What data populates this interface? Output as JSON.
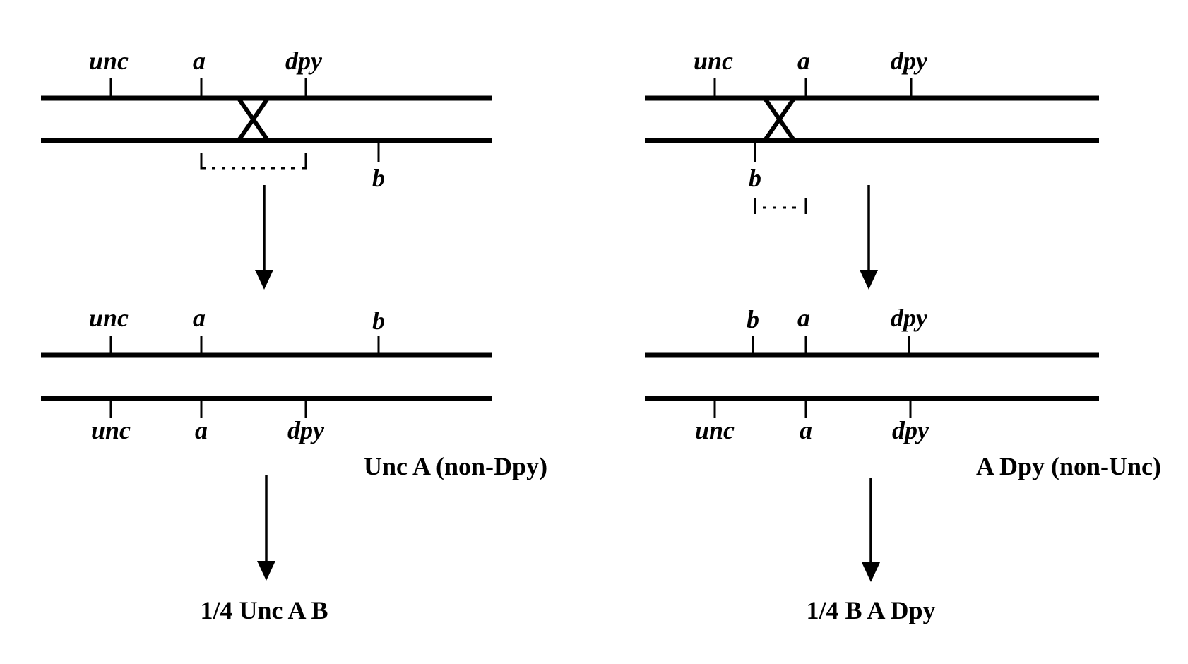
{
  "colors": {
    "ink": "#000000",
    "background": "#ffffff"
  },
  "left": {
    "top_labels": {
      "unc": "unc",
      "a": "a",
      "dpy": "dpy",
      "b": "b"
    },
    "mid_top_labels": {
      "unc": "unc",
      "a": "a",
      "b": "b"
    },
    "mid_bottom_labels": {
      "unc": "unc",
      "a": "a",
      "dpy": "dpy"
    },
    "phenotype": "Unc A (non-Dpy)",
    "result": "1/4 Unc A B"
  },
  "right": {
    "top_labels": {
      "unc": "unc",
      "a": "a",
      "dpy": "dpy",
      "b": "b"
    },
    "mid_top_labels": {
      "b": "b",
      "a": "a",
      "dpy": "dpy"
    },
    "mid_bottom_labels": {
      "unc": "unc",
      "a": "a",
      "dpy": "dpy"
    },
    "phenotype": "A Dpy (non-Unc)",
    "result": "1/4 B A Dpy"
  }
}
